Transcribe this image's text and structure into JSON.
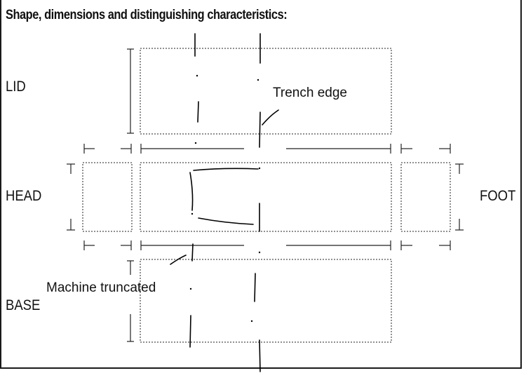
{
  "heading": "Shape, dimensions and distinguishing characteristics:",
  "labels": {
    "lid": "LID",
    "head": "HEAD",
    "foot": "FOOT",
    "base": "BASE"
  },
  "annotations": {
    "trench": "Trench edge",
    "machine": "Machine truncated"
  },
  "colors": {
    "ink": "#111111",
    "pen": "#000000"
  }
}
